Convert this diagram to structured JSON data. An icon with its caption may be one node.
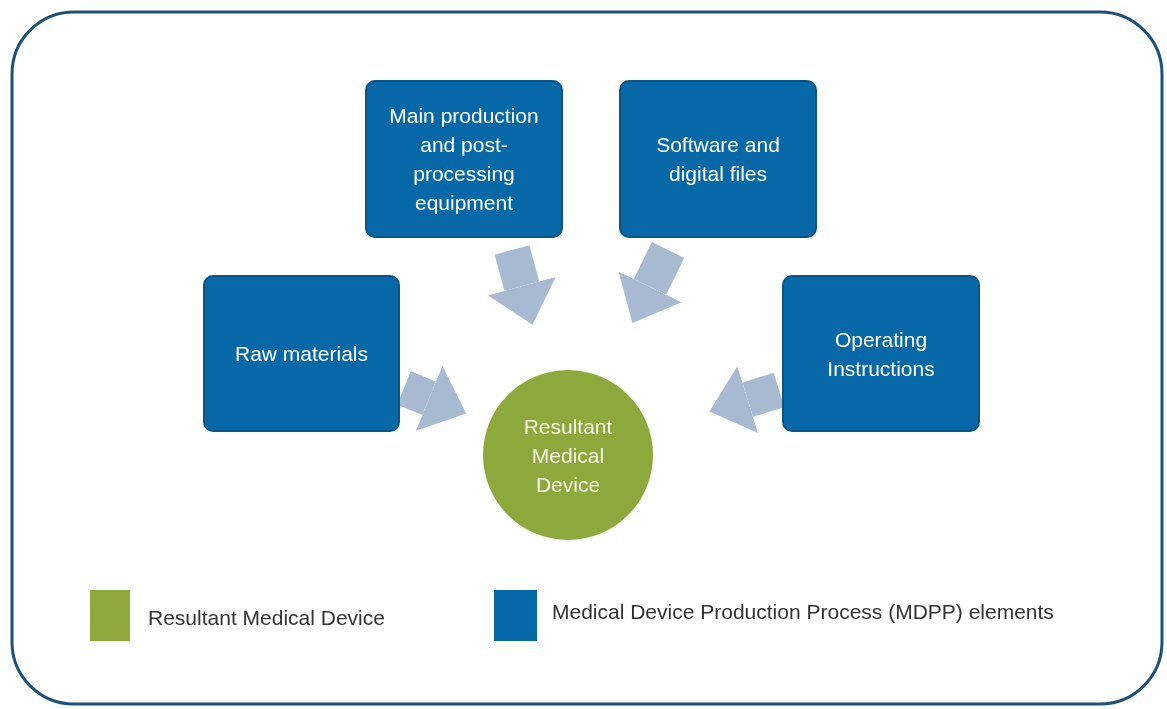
{
  "diagram": {
    "nodes": [
      {
        "text": [
          "Main production and post-processing equipment"
        ]
      },
      {
        "text": [
          "Software and digital files"
        ]
      },
      {
        "text": [
          "Raw materials"
        ]
      },
      {
        "text": [
          "Operating Instructions"
        ]
      },
      {
        "text": [
          "Resultant Medical Device"
        ]
      }
    ],
    "edges": [
      {
        "from": 0,
        "to": 4,
        "arrow": "to"
      },
      {
        "from": 1,
        "to": 4,
        "arrow": "to"
      },
      {
        "from": 2,
        "to": 4,
        "arrow": "to"
      },
      {
        "from": 3,
        "to": 4,
        "arrow": "to"
      }
    ],
    "legend": [
      {
        "text": "Resultant Medical Device",
        "color": "#8ea93b"
      },
      {
        "text": "Medical Device Production Process (MDPP) elements",
        "color": "#0668a6"
      }
    ]
  }
}
